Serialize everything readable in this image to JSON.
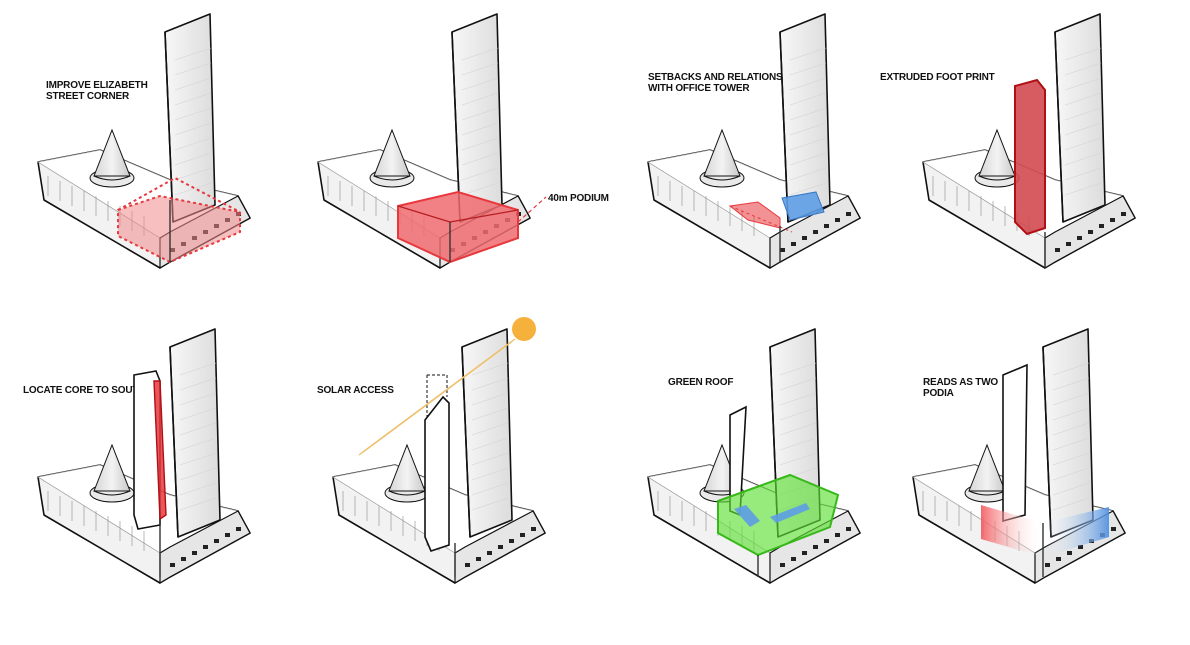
{
  "diagram": {
    "panels": [
      {
        "id": "p1",
        "caption": [
          "IMPROVE ELIZABETH",
          "STREET CORNER"
        ],
        "variant": "corner"
      },
      {
        "id": "p2",
        "caption": [],
        "variant": "podium",
        "annotation": "40m PODIUM"
      },
      {
        "id": "p3",
        "caption": [
          "SETBACKS AND RELATIONSHIP",
          "WITH OFFICE TOWER"
        ],
        "variant": "setbacks"
      },
      {
        "id": "p4",
        "caption": [
          "EXTRUDED FOOT PRINT"
        ],
        "variant": "extruded"
      },
      {
        "id": "p5",
        "caption": [
          "LOCATE CORE TO SOUTH"
        ],
        "variant": "core"
      },
      {
        "id": "p6",
        "caption": [
          "SOLAR ACCESS"
        ],
        "variant": "solar"
      },
      {
        "id": "p7",
        "caption": [
          "GREEN ROOF"
        ],
        "variant": "green"
      },
      {
        "id": "p8",
        "caption": [
          "READS AS TWO",
          "PODIA"
        ],
        "variant": "podia"
      }
    ],
    "colors": {
      "highlight_red": "#e8383d",
      "highlight_red_fill": "#f08a8c",
      "highlight_blue": "#5d9de6",
      "highlight_green": "#5fe035",
      "sun": "#f6b13d",
      "solar_ray": "#eec06a",
      "outline": "#111111",
      "massing": "#f2f2f2"
    }
  }
}
